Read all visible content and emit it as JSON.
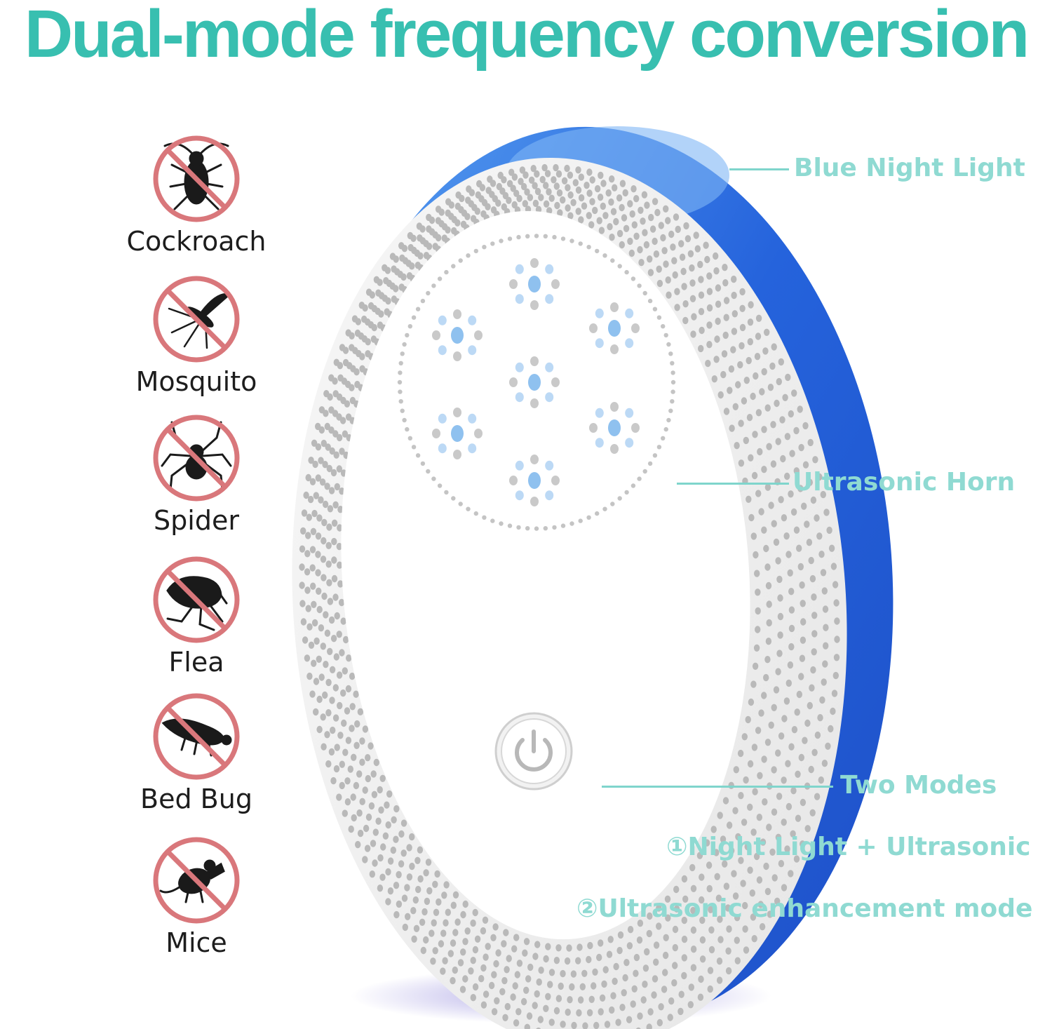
{
  "headline": "Dual-mode frequency conversion",
  "colors": {
    "headline": "#38bfb0",
    "callout": "#8fdad2",
    "device_blue": "#2a6fe0",
    "device_white": "#f4f4f4",
    "prohibit_red": "#d9777b"
  },
  "pests": [
    {
      "label": "Cockroach",
      "icon": "cockroach-icon"
    },
    {
      "label": "Mosquito",
      "icon": "mosquito-icon"
    },
    {
      "label": "Spider",
      "icon": "spider-icon"
    },
    {
      "label": "Flea",
      "icon": "flea-icon"
    },
    {
      "label": "Bed Bug",
      "icon": "bed-bug-icon"
    },
    {
      "label": "Mice",
      "icon": "mouse-icon"
    }
  ],
  "callouts": {
    "night_light": "Blue Night Light",
    "horn": "Ultrasonic Horn",
    "modes_title": "Two Modes",
    "mode_1": "①Night Light + Ultrasonic",
    "mode_2": "②Ultrasonic enhancement mode"
  }
}
